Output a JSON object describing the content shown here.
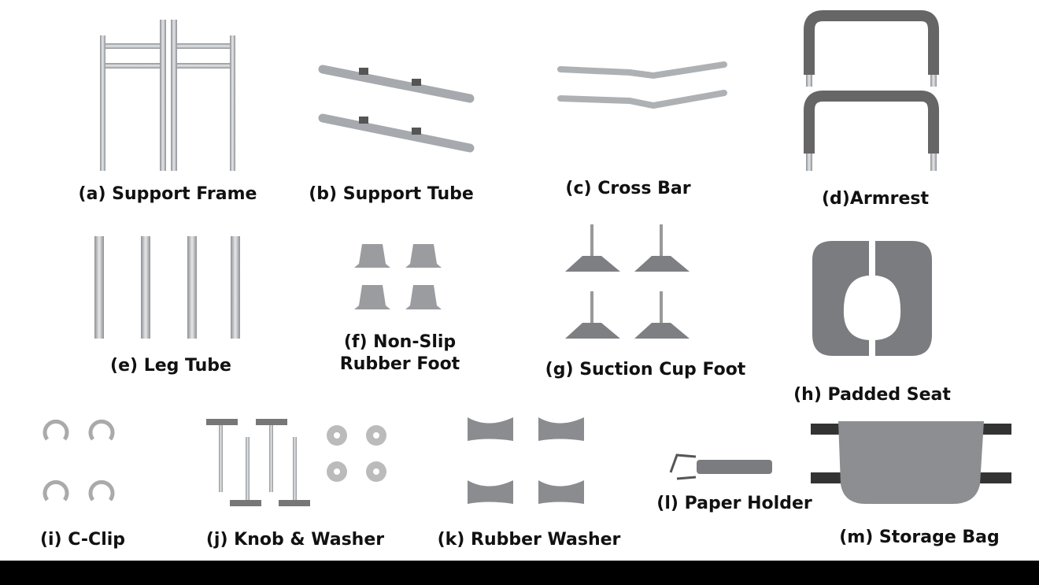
{
  "parts": [
    {
      "id": "a",
      "label": "(a) Support Frame"
    },
    {
      "id": "b",
      "label": "(b) Support Tube"
    },
    {
      "id": "c",
      "label": "(c) Cross Bar"
    },
    {
      "id": "d",
      "label": "(d)Armrest"
    },
    {
      "id": "e",
      "label": "(e) Leg Tube"
    },
    {
      "id": "f",
      "label_line1": "(f) Non-Slip",
      "label_line2": "Rubber Foot"
    },
    {
      "id": "g",
      "label": "(g) Suction Cup Foot"
    },
    {
      "id": "h",
      "label": "(h) Padded Seat"
    },
    {
      "id": "i",
      "label": "(i) C-Clip"
    },
    {
      "id": "j",
      "label": "(j) Knob & Washer"
    },
    {
      "id": "k",
      "label": "(k) Rubber Washer"
    },
    {
      "id": "l",
      "label": "(l) Paper Holder"
    },
    {
      "id": "m",
      "label": "(m) Storage Bag"
    }
  ],
  "colors": {
    "metal": "#b9bcbf",
    "rubber": "#6f7174",
    "grey": "#8a8c8f"
  }
}
